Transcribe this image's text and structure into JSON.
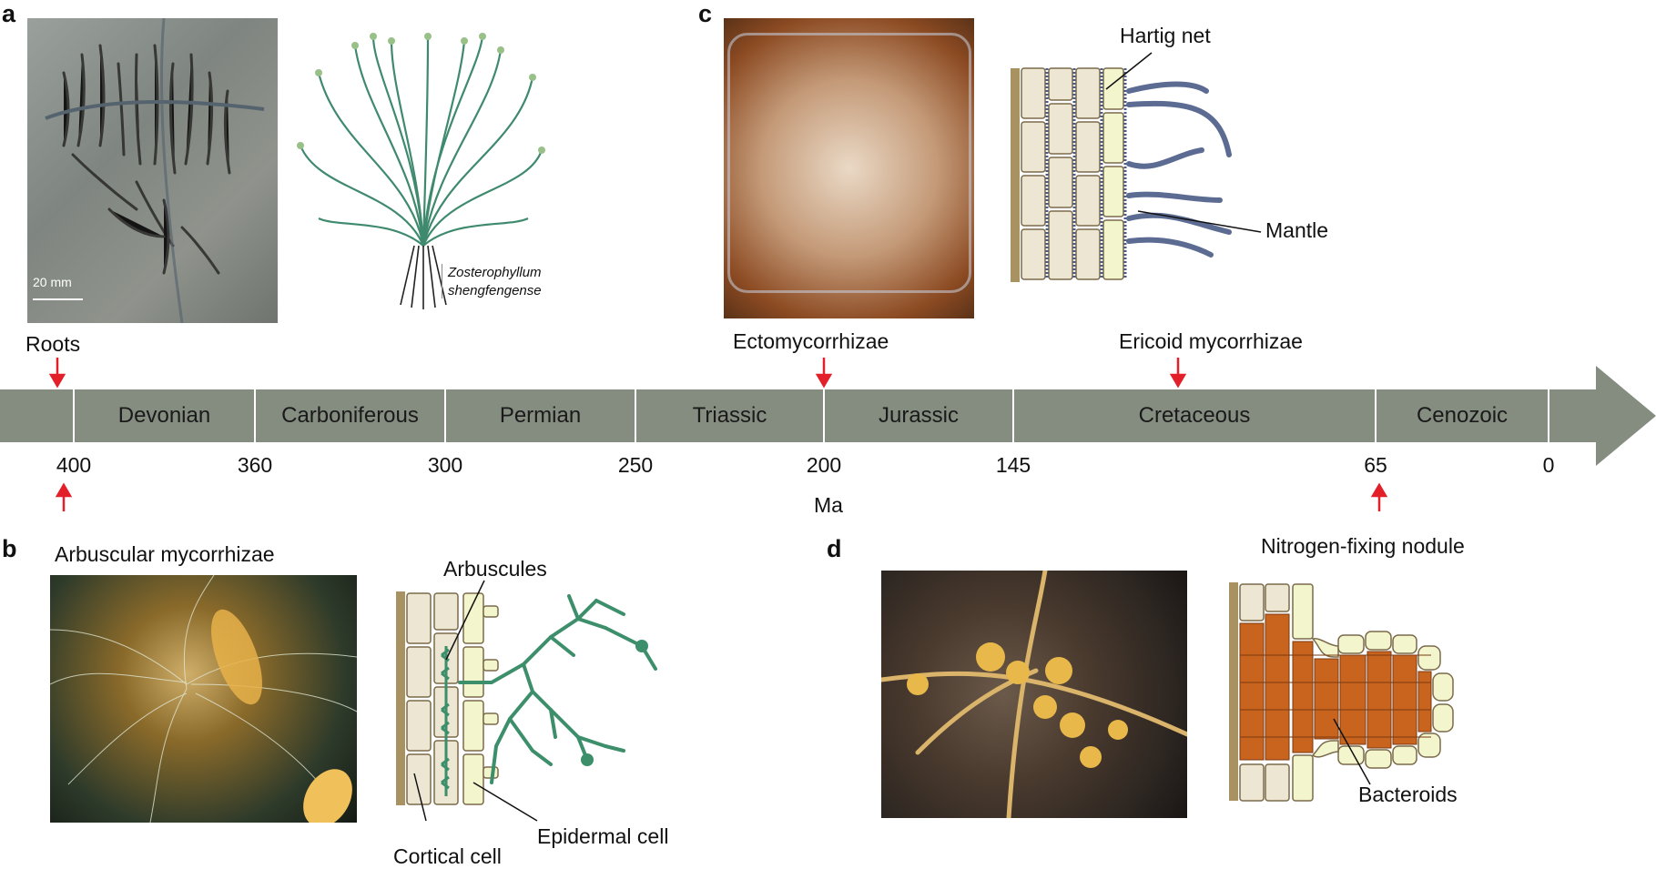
{
  "panels": {
    "a": {
      "letter": "a",
      "scale_bar_label": "20 mm",
      "species_line1": "Zosterophyllum",
      "species_line2": "shengfengense"
    },
    "b": {
      "letter": "b",
      "title": "Arbuscular mycorrhizae",
      "label_arbuscules": "Arbuscules",
      "label_cortical": "Cortical cell",
      "label_epidermal": "Epidermal cell"
    },
    "c": {
      "letter": "c",
      "label_hartig": "Hartig net",
      "label_mantle": "Mantle"
    },
    "d": {
      "letter": "d",
      "title": "Nitrogen-fixing nodule",
      "label_bacteroids": "Bacteroids"
    }
  },
  "timeline": {
    "events_above": [
      "Roots",
      "Ectomycorrhizae",
      "Ericoid mycorrhizae"
    ],
    "periods": [
      "Devonian",
      "Carboniferous",
      "Permian",
      "Triassic",
      "Jurassic",
      "Cretaceous",
      "Cenozoic"
    ],
    "ticks": [
      "400",
      "360",
      "300",
      "250",
      "200",
      "145",
      "65",
      "0"
    ],
    "unit": "Ma",
    "bar_color": "#858d80",
    "arrow_color": "#e3202a"
  }
}
